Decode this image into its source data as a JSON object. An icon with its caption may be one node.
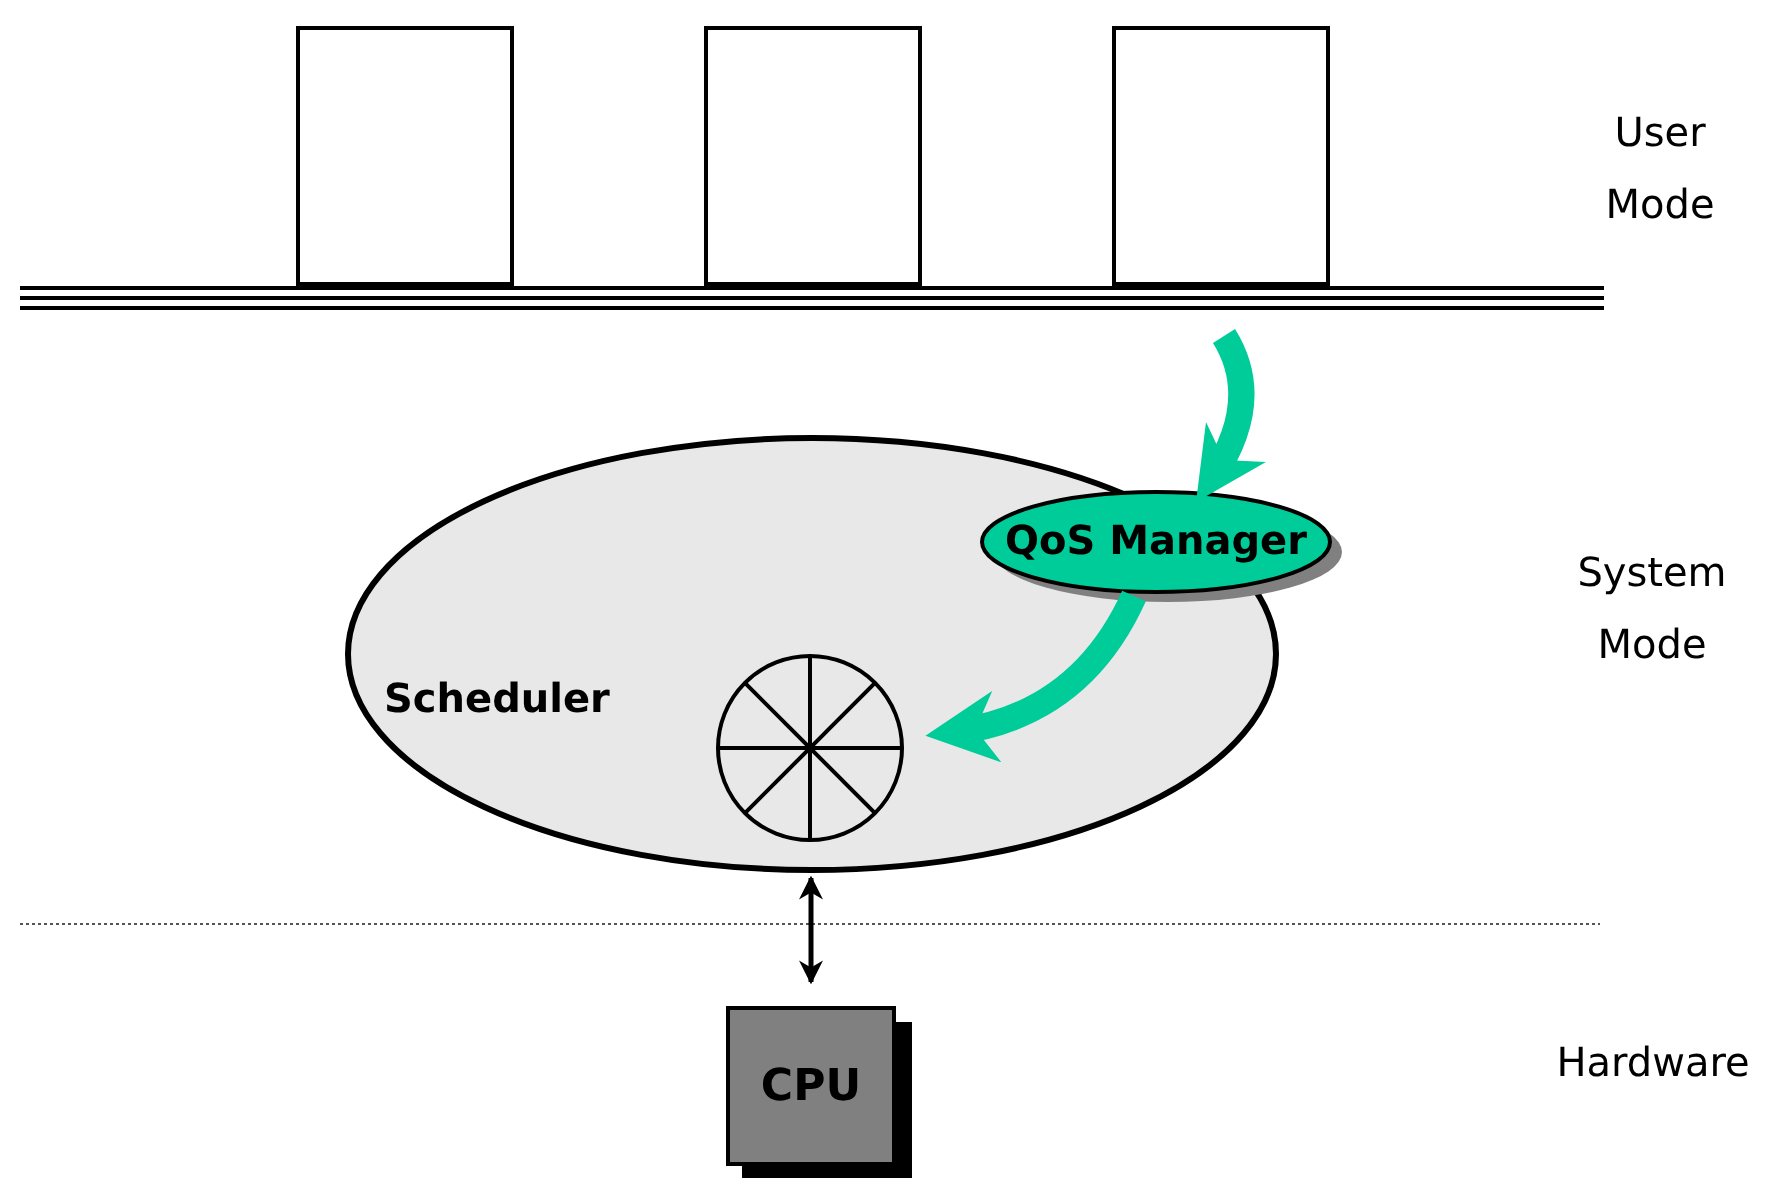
{
  "diagram": {
    "nodes": [
      {
        "text": [],
        "shape": "box"
      },
      {
        "text": [],
        "shape": "box"
      },
      {
        "text": [],
        "shape": "box"
      },
      {
        "text": [
          "Scheduler"
        ]
      },
      {
        "text": [
          "QoS Manager"
        ]
      },
      {
        "text": [],
        "shape": "circle",
        "in": 3
      },
      {
        "text": [
          "CPU"
        ]
      }
    ],
    "edges": [
      {
        "from": null,
        "to": 4,
        "arrow": "to",
        "color": "#00cc99"
      },
      {
        "from": 4,
        "to": 5,
        "arrow": "to",
        "color": "#00cc99"
      },
      {
        "from": 3,
        "to": 6,
        "arrow": "both",
        "color": "#000000"
      }
    ],
    "labels": [
      "User Mode",
      "System Mode",
      "Hardware"
    ]
  }
}
